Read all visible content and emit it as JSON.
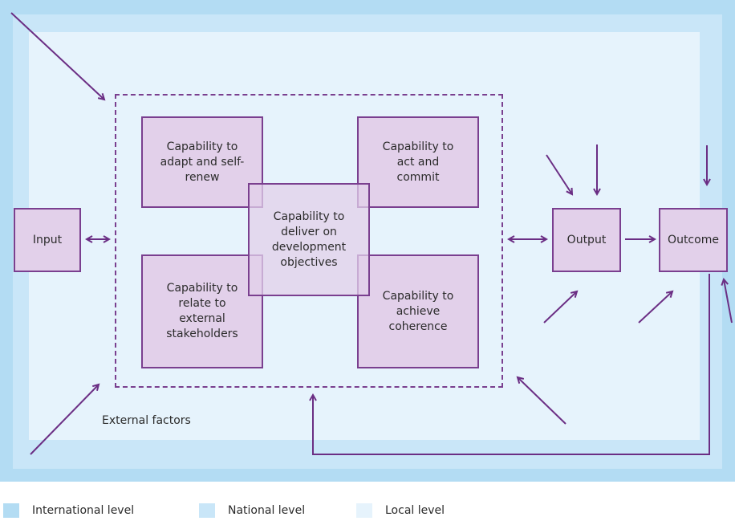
{
  "diagram": {
    "nodes": {
      "input": "Input",
      "adapt": "Capability to adapt and self-renew",
      "act": "Capability to act and commit",
      "relate": "Capability to relate to external stakeholders",
      "coherence": "Capability to achieve coherence",
      "deliver": "Capability to deliver on development objectives",
      "output": "Output",
      "outcome": "Outcome"
    },
    "external_factors": "External factors"
  },
  "legend": [
    {
      "label": "International level",
      "color": "#b3dcf3"
    },
    {
      "label": "National level",
      "color": "#c9e6f8"
    },
    {
      "label": "Local level",
      "color": "#e6f3fc"
    }
  ],
  "colors": {
    "box_fill": "#e2d0ea",
    "box_border": "#7a3f8f",
    "arrow": "#6b2e84"
  }
}
